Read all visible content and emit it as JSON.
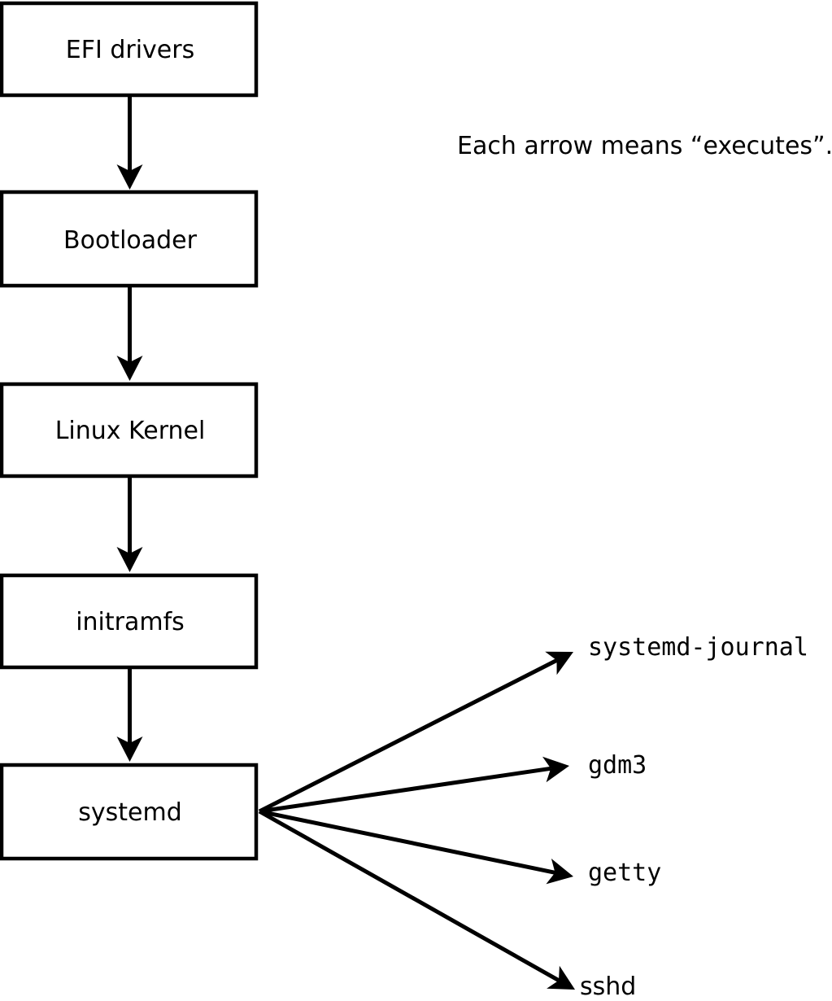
{
  "diagram": {
    "caption": "Each arrow means “executes”.",
    "arrow_meaning": "executes",
    "colors": {
      "line": "#000000",
      "box_fill": "#ffffff",
      "background": "#ffffff",
      "text": "#000000"
    },
    "chain": [
      {
        "label": "EFI drivers"
      },
      {
        "label": "Bootloader"
      },
      {
        "label": "Linux Kernel"
      },
      {
        "label": "initramfs"
      },
      {
        "label": "systemd"
      }
    ],
    "spawned": [
      {
        "label": "systemd-journal"
      },
      {
        "label": "gdm3"
      },
      {
        "label": "getty"
      },
      {
        "label": "sshd"
      }
    ]
  }
}
